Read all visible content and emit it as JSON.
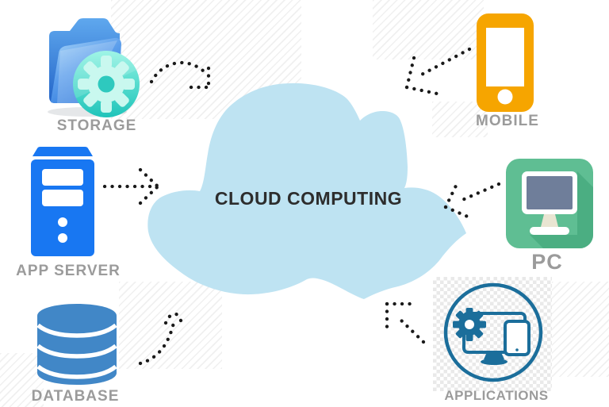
{
  "cloud": {
    "label": "CLOUD COMPUTING",
    "fill": "#BEE3F2",
    "text_color": "#2D2D2D"
  },
  "nodes": [
    {
      "id": "storage",
      "label": "STORAGE",
      "icon": "folder-gear-icon",
      "colors": {
        "folder": "#3E87E0",
        "badge": "#2EC8BC"
      }
    },
    {
      "id": "app-server",
      "label": "APP SERVER",
      "icon": "server-tower-icon",
      "color": "#1877F2"
    },
    {
      "id": "database",
      "label": "DATABASE",
      "icon": "database-cylinder-icon",
      "color": "#4187C7"
    },
    {
      "id": "mobile",
      "label": "MOBILE",
      "icon": "smartphone-icon",
      "color": "#F6A500"
    },
    {
      "id": "pc",
      "label": "PC",
      "icon": "desktop-monitor-icon",
      "color": "#5FBE93",
      "colors": {
        "tile": "#5FBE93",
        "shadow": "#4BAE82",
        "screen": "#6F7E9A",
        "stand": "#E9E5D2"
      }
    },
    {
      "id": "applications",
      "label": "APPLICATIONS",
      "icon": "devices-gear-circle-icon",
      "color": "#1B6E9B",
      "background": "transparency-checkerboard"
    }
  ],
  "connections": [
    {
      "from": "STORAGE",
      "to": "CLOUD COMPUTING",
      "style": "dotted-arrow"
    },
    {
      "from": "APP SERVER",
      "to": "CLOUD COMPUTING",
      "style": "dotted-arrow"
    },
    {
      "from": "DATABASE",
      "to": "CLOUD COMPUTING",
      "style": "dotted-arrow"
    },
    {
      "from": "MOBILE",
      "to": "CLOUD COMPUTING",
      "style": "dotted-arrow"
    },
    {
      "from": "PC",
      "to": "CLOUD COMPUTING",
      "style": "dotted-arrow"
    },
    {
      "from": "APPLICATIONS",
      "to": "CLOUD COMPUTING",
      "style": "dotted-arrow"
    }
  ],
  "style": {
    "label_color": "#9B9B9B",
    "arrow_dot_color": "#1A1A1A"
  }
}
